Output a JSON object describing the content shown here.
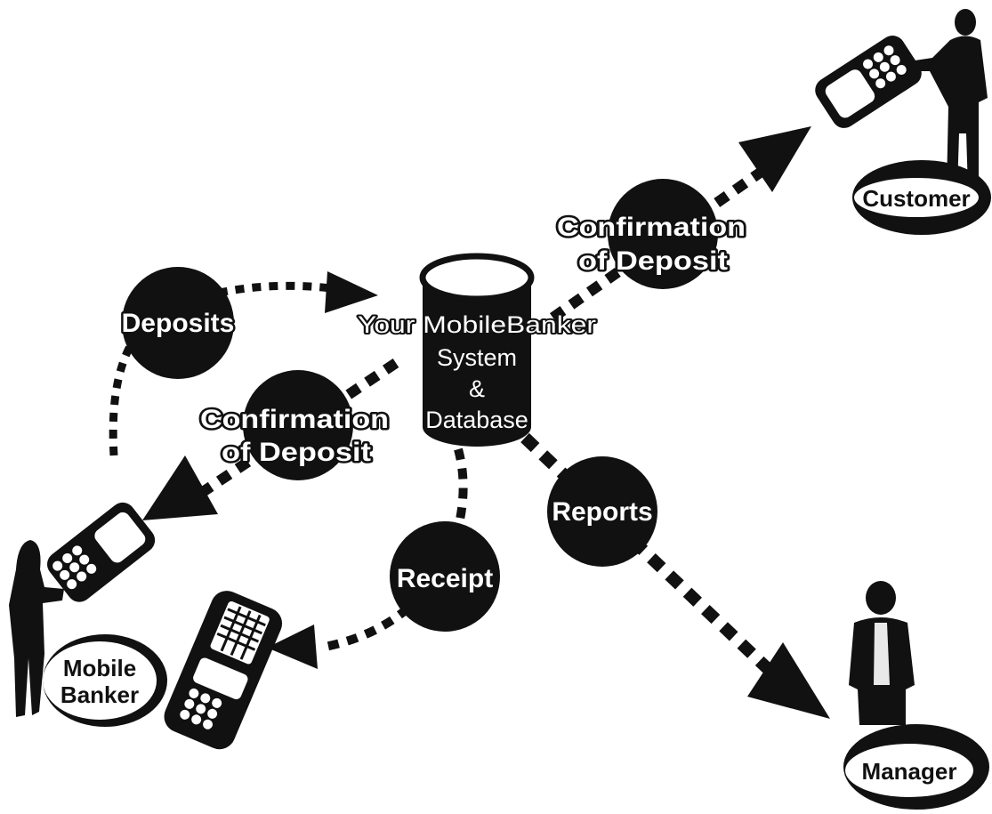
{
  "diagram": {
    "system": {
      "line1": "Your MobileBanker",
      "line2": "System",
      "line3": "&",
      "line4": "Database"
    },
    "flows": {
      "deposits": "Deposits",
      "confirmation_customer": [
        "Confirmation",
        "of Deposit"
      ],
      "confirmation_banker": [
        "Confirmation",
        "of Deposit"
      ],
      "receipt": "Receipt",
      "reports": "Reports"
    },
    "actors": {
      "customer": "Customer",
      "mobile_banker": [
        "Mobile",
        "Banker"
      ],
      "manager": "Manager"
    }
  },
  "colors": {
    "ink": "#111111",
    "background": "#ffffff",
    "shirt": "#e8e8e8"
  }
}
